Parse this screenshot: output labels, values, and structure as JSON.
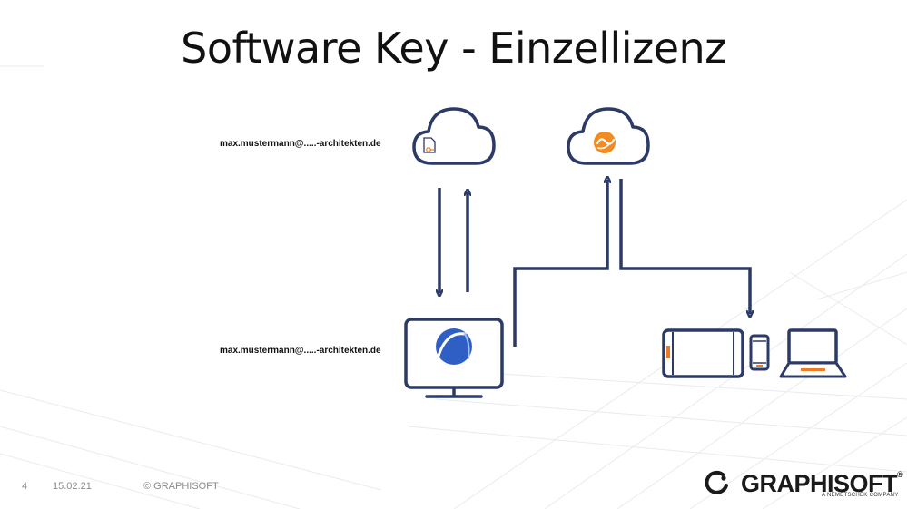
{
  "slide": {
    "title": "Software Key - Einzellizenz",
    "email_top": "max.mustermann@.....-architekten.de",
    "email_bottom": "max.mustermann@.....-architekten.de"
  },
  "footer": {
    "page_number": "4",
    "date": "15.02.21",
    "copyright": "© GRAPHISOFT"
  },
  "brand": {
    "name": "GRAPHISOFT",
    "registered_mark": "®",
    "tagline": "A NEMETSCHEK COMPANY"
  },
  "colors": {
    "navy": "#2b3a67",
    "orange": "#f07a22",
    "archicad_blue": "#2f5fc4"
  },
  "icons": {
    "cloud_left": "license-cloud-icon",
    "cloud_right": "bimcloud-icon",
    "desktop": "archicad-workstation-icon",
    "devices": [
      "tablet-icon",
      "phone-icon",
      "laptop-icon"
    ]
  }
}
